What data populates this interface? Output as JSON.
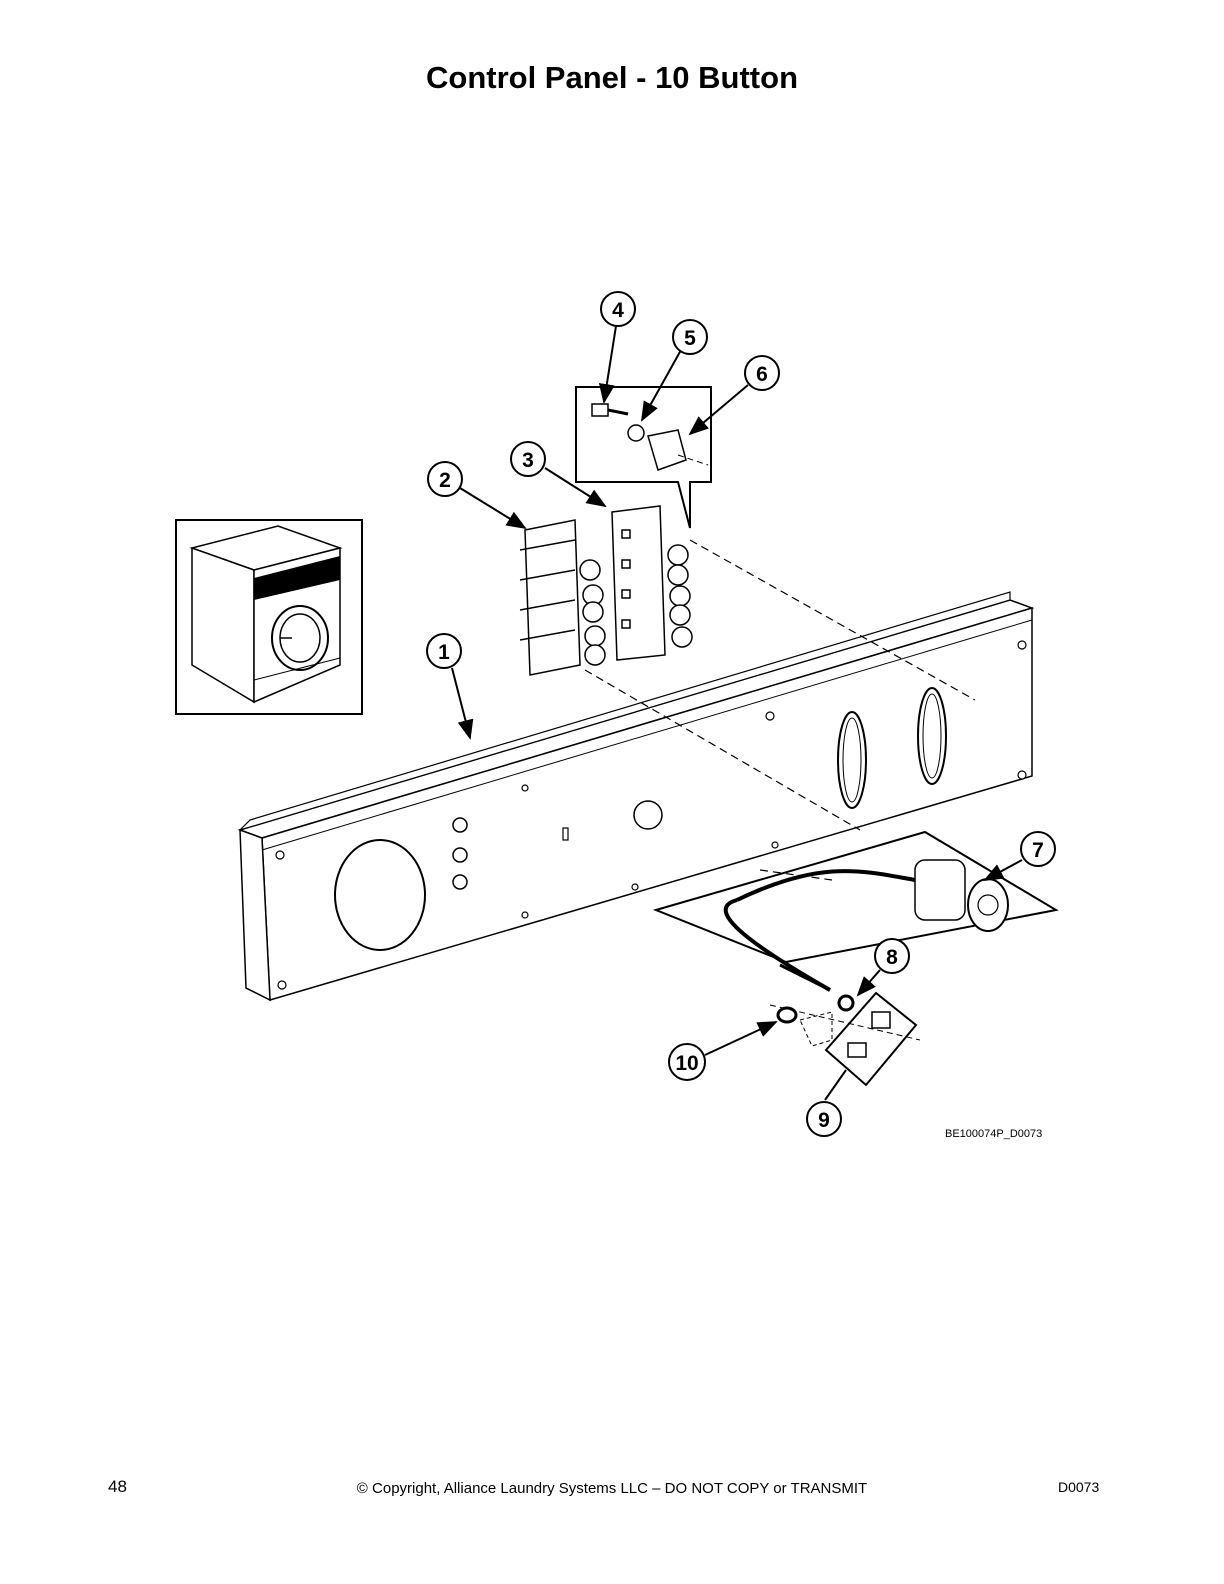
{
  "page": {
    "title": "Control Panel - 10 Button",
    "page_number": "48",
    "copyright": "© Copyright, Alliance Laundry Systems LLC – DO NOT COPY or TRANSMIT",
    "doc_code": "D0073"
  },
  "diagram": {
    "drawing_id": "BE100074P_D0073",
    "callouts": [
      "1",
      "2",
      "3",
      "4",
      "5",
      "6",
      "7",
      "8",
      "9",
      "10"
    ]
  }
}
